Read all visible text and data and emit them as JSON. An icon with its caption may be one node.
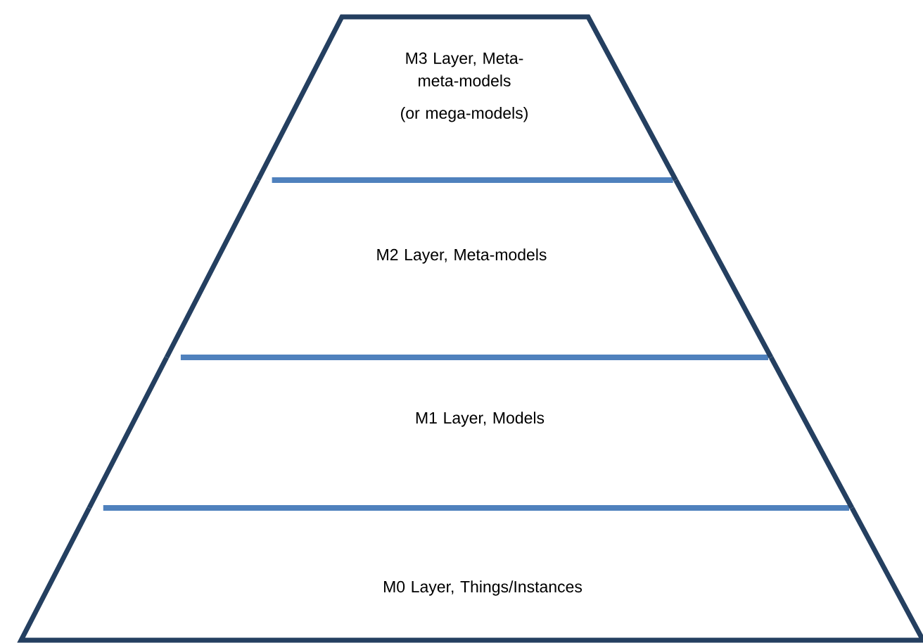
{
  "diagram": {
    "nodes": [
      {
        "text": [
          "M3 Layer, Meta-meta-models",
          "(or mega-models)"
        ]
      },
      {
        "text": [
          "M2 Layer, Meta-models"
        ]
      },
      {
        "text": [
          "M1 Layer, Models"
        ]
      },
      {
        "text": [
          "M0 Layer, Things/Instances"
        ]
      }
    ]
  }
}
